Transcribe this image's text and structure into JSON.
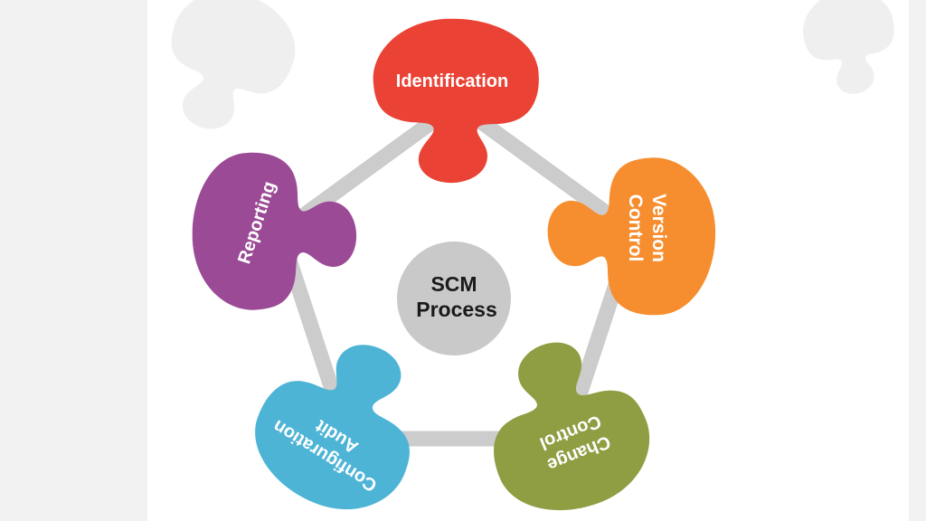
{
  "diagram": {
    "center": {
      "line1": "SCM",
      "line2": "Process"
    },
    "steps": [
      {
        "id": "identification",
        "line1": "Identification",
        "line2": "",
        "color": "#ea4335"
      },
      {
        "id": "version-control",
        "line1": "Version",
        "line2": "Control",
        "color": "#f68e2f"
      },
      {
        "id": "change-control",
        "line1": "Change",
        "line2": "Control",
        "color": "#8f9e43"
      },
      {
        "id": "configuration-audit",
        "line1": "Configuration",
        "line2": "Audit",
        "color": "#4db4d6"
      },
      {
        "id": "reporting",
        "line1": "Reporting",
        "line2": "",
        "color": "#9b4a95"
      }
    ],
    "colors": {
      "ring": "#cccccc",
      "center": "#c9c9c9",
      "watermark": "#efefef"
    }
  }
}
